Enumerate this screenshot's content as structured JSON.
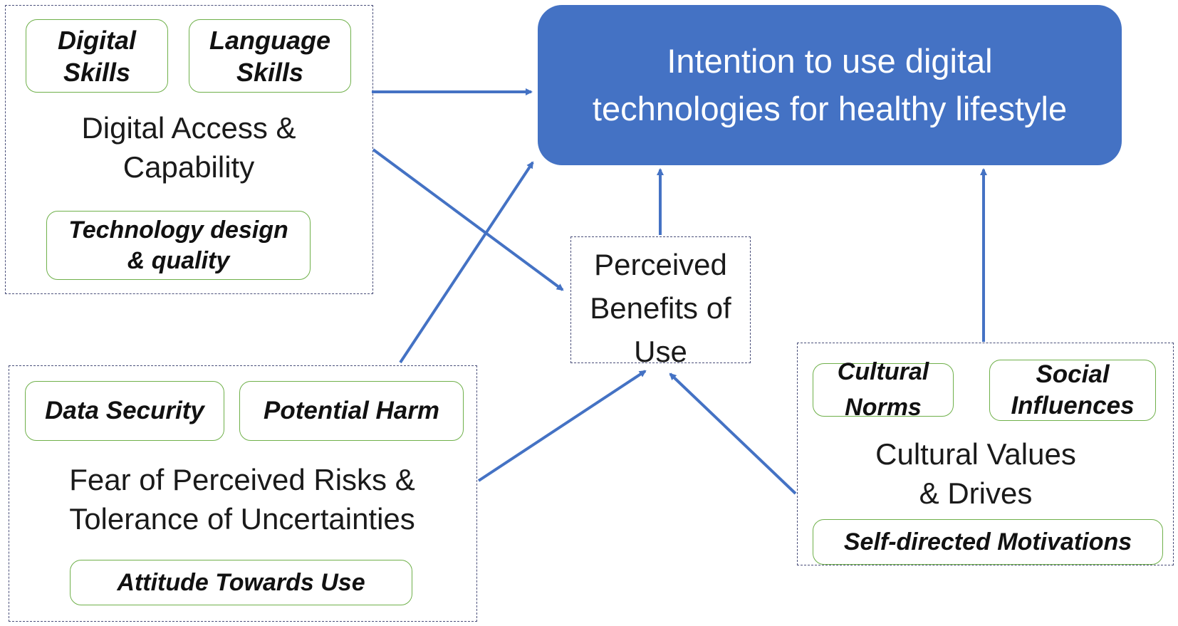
{
  "target": {
    "label": "Intention to use digital\ntechnologies for healthy lifestyle"
  },
  "mediator": {
    "label": "Perceived\nBenefits of\nUse"
  },
  "digital_access": {
    "label": "Digital Access &\nCapability",
    "items": [
      "Digital\nSkills",
      "Language\nSkills",
      "Technology design\n& quality"
    ]
  },
  "fear_risks": {
    "label": "Fear of Perceived Risks &\nTolerance of Uncertainties",
    "items": [
      "Data Security",
      "Potential Harm",
      "Attitude Towards Use"
    ]
  },
  "cultural": {
    "label": "Cultural Values\n& Drives",
    "items": [
      "Cultural\nNorms",
      "Social\nInfluences",
      "Self-directed Motivations"
    ]
  },
  "colors": {
    "target_fill": "#4472c4",
    "arrow": "#4472c4",
    "pill_border": "#6fb04a",
    "group_border": "#4a4f7a"
  }
}
